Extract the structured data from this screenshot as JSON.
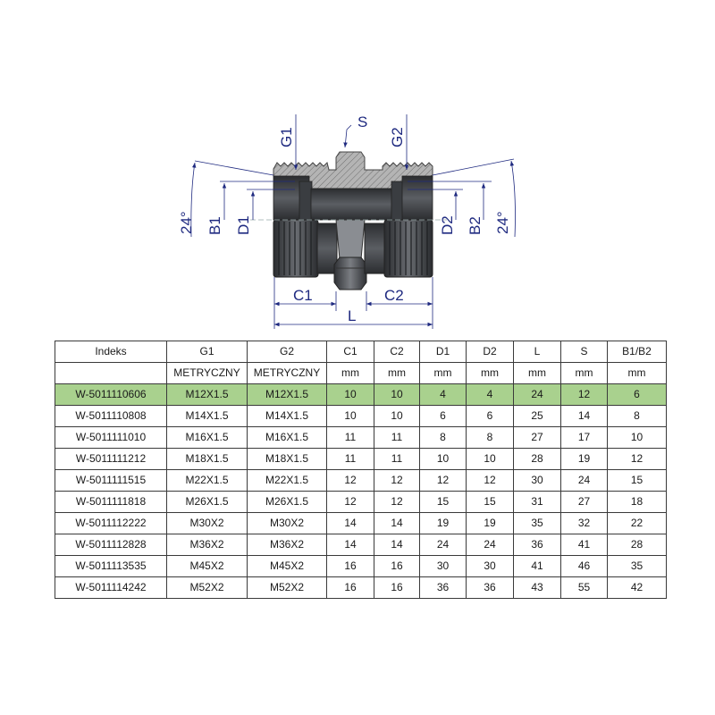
{
  "drawing": {
    "labels": {
      "s": "S",
      "g1": "G1",
      "g2": "G2",
      "b1": "B1",
      "b2": "B2",
      "d1": "D1",
      "d2": "D2",
      "c1": "C1",
      "c2": "C2",
      "l": "L",
      "angle_left": "24°",
      "angle_right": "24°"
    },
    "colors": {
      "dimension_line": "#1f2a80",
      "body_dark": "#2f3236",
      "body_mid": "#5a5d62",
      "section_hatch": "#8c8c8c"
    }
  },
  "table": {
    "highlight_color": "#a9d18e",
    "columns": [
      "Indeks",
      "G1",
      "G2",
      "C1",
      "C2",
      "D1",
      "D2",
      "L",
      "S",
      "B1/B2"
    ],
    "units": [
      "",
      "METRYCZNY",
      "METRYCZNY",
      "mm",
      "mm",
      "mm",
      "mm",
      "mm",
      "mm",
      "mm"
    ],
    "rows": [
      [
        "W-5011110606",
        "M12X1.5",
        "M12X1.5",
        "10",
        "10",
        "4",
        "4",
        "24",
        "12",
        "6"
      ],
      [
        "W-5011110808",
        "M14X1.5",
        "M14X1.5",
        "10",
        "10",
        "6",
        "6",
        "25",
        "14",
        "8"
      ],
      [
        "W-5011111010",
        "M16X1.5",
        "M16X1.5",
        "11",
        "11",
        "8",
        "8",
        "27",
        "17",
        "10"
      ],
      [
        "W-5011111212",
        "M18X1.5",
        "M18X1.5",
        "11",
        "11",
        "10",
        "10",
        "28",
        "19",
        "12"
      ],
      [
        "W-5011111515",
        "M22X1.5",
        "M22X1.5",
        "12",
        "12",
        "12",
        "12",
        "30",
        "24",
        "15"
      ],
      [
        "W-5011111818",
        "M26X1.5",
        "M26X1.5",
        "12",
        "12",
        "15",
        "15",
        "31",
        "27",
        "18"
      ],
      [
        "W-5011112222",
        "M30X2",
        "M30X2",
        "14",
        "14",
        "19",
        "19",
        "35",
        "32",
        "22"
      ],
      [
        "W-5011112828",
        "M36X2",
        "M36X2",
        "14",
        "14",
        "24",
        "24",
        "36",
        "41",
        "28"
      ],
      [
        "W-5011113535",
        "M45X2",
        "M45X2",
        "16",
        "16",
        "30",
        "30",
        "41",
        "46",
        "35"
      ],
      [
        "W-5011114242",
        "M52X2",
        "M52X2",
        "16",
        "16",
        "36",
        "36",
        "43",
        "55",
        "42"
      ]
    ],
    "highlighted_row": 0
  }
}
